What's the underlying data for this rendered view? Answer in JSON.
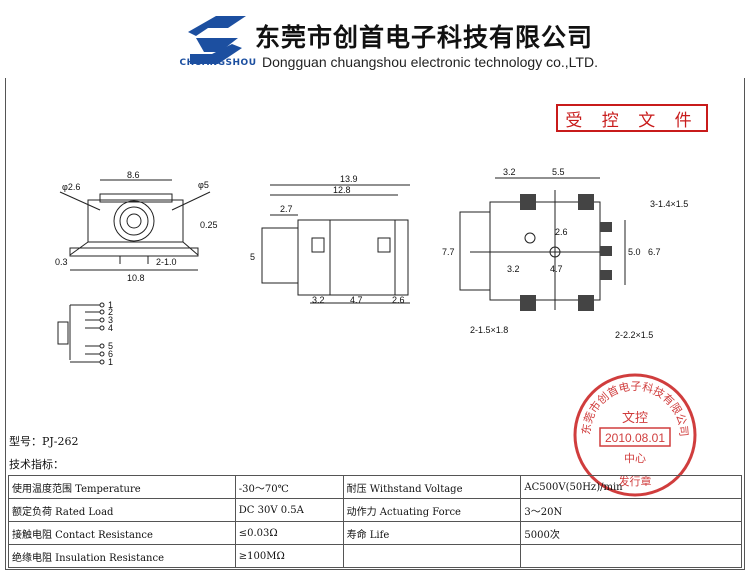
{
  "header": {
    "logo_text": "CHUANGSHOU",
    "company_cn": "东莞市创首电子科技有限公司",
    "company_en": "Dongguan chuangshou electronic technology co.,LTD."
  },
  "stamp": {
    "label": "受 控 文 件"
  },
  "seal": {
    "ring_text": "东莞市创首电子科技有限公司",
    "center_text": "文控",
    "date": "2010.08.01",
    "sub_text": "中心",
    "bottom_text": "发行章"
  },
  "drawing": {
    "front": {
      "d1": "φ2.6",
      "d2": "φ5",
      "w": "8.6",
      "h1": "0.25",
      "h2": "0.3",
      "pin": "2-1.0",
      "base": "10.8"
    },
    "side": {
      "total": "13.9",
      "body": "12.8",
      "tip": "2.7",
      "height": "5",
      "s1": "3.2",
      "s2": "4.7",
      "s3": "2.6"
    },
    "pcb": {
      "t1": "3.2",
      "t2": "5.5",
      "pad": "3-1.4×1.5",
      "m1": "2.6",
      "m2": "5.0",
      "m3": "6.7",
      "m4": "7.7",
      "b1": "3.2",
      "b2": "4.7",
      "hole1": "2-1.5×1.8",
      "hole2": "2-2.2×1.5"
    },
    "pins": [
      "1",
      "2",
      "3",
      "4",
      "5",
      "6",
      "1"
    ]
  },
  "model": "型号：PJ-262",
  "spec_title": "技术指标：",
  "specs": [
    {
      "l1": "使用温度范围 Temperature",
      "v1": "-30～70℃",
      "l2": "耐压 Withstand Voltage",
      "v2": "AC500V(50Hz)/min"
    },
    {
      "l1": "额定负荷 Rated Load",
      "v1": "DC 30V 0.5A",
      "l2": "动作力 Actuating Force",
      "v2": "3～20N"
    },
    {
      "l1": "接触电阻 Contact Resistance",
      "v1": "≤0.03Ω",
      "l2": "寿命 Life",
      "v2": "5000次"
    },
    {
      "l1": "绝缘电阻 Insulation Resistance",
      "v1": "≥100MΩ",
      "l2": "",
      "v2": ""
    }
  ],
  "colors": {
    "stamp_red": "#c81b1b",
    "logo_blue": "#1c4fa0"
  }
}
